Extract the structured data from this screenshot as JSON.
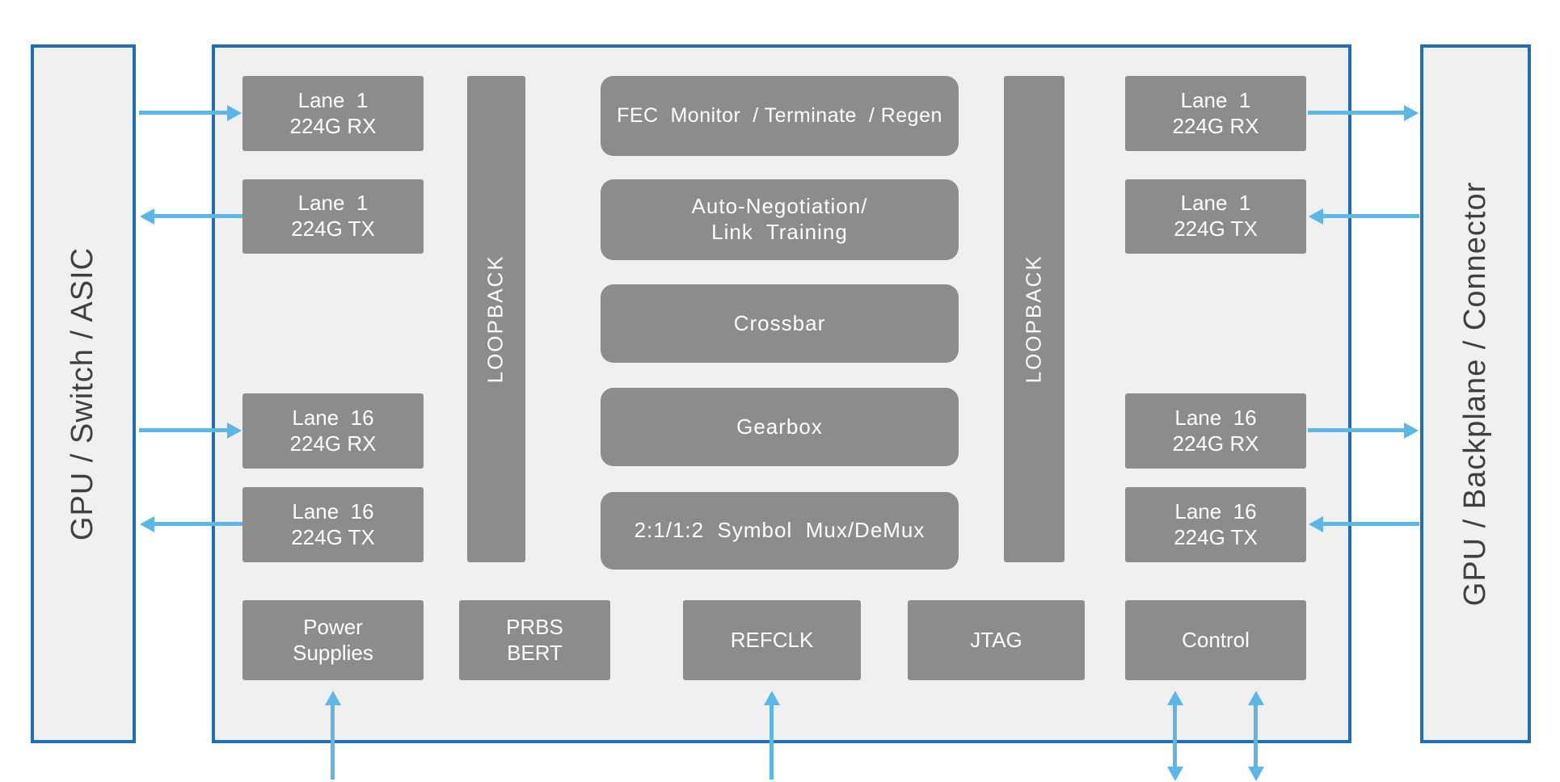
{
  "colors": {
    "border": "#1e6fb8",
    "fill": "#f0f0f0",
    "block": "#8c8c8c",
    "block-text": "#ffffff",
    "arrow": "#5cb6e8",
    "panel-text": "#3f3f3f"
  },
  "panels": {
    "left": "GPU / Switch / ASIC",
    "right": "GPU / Backplane / Connector"
  },
  "left_lanes": [
    {
      "label": "Lane  1\n224G RX"
    },
    {
      "label": "Lane  1\n224G TX"
    },
    {
      "label": "Lane  16\n224G RX"
    },
    {
      "label": "Lane  16\n224G TX"
    }
  ],
  "right_lanes": [
    {
      "label": "Lane  1\n224G RX"
    },
    {
      "label": "Lane  1\n224G TX"
    },
    {
      "label": "Lane  16\n224G RX"
    },
    {
      "label": "Lane  16\n224G TX"
    }
  ],
  "loopback": {
    "left": "LOOPBACK",
    "right": "LOOPBACK"
  },
  "center_blocks": {
    "fec": "FEC  Monitor  / Terminate  / Regen",
    "autoneg": "Auto-Negotiation/\nLink  Training",
    "crossbar": "Crossbar",
    "gearbox": "Gearbox",
    "mux": "2:1/1:2  Symbol  Mux/DeMux"
  },
  "bottom_blocks": {
    "power": "Power\nSupplies",
    "prbs": "PRBS\nBERT",
    "refclk": "REFCLK",
    "jtag": "JTAG",
    "control": "Control"
  }
}
